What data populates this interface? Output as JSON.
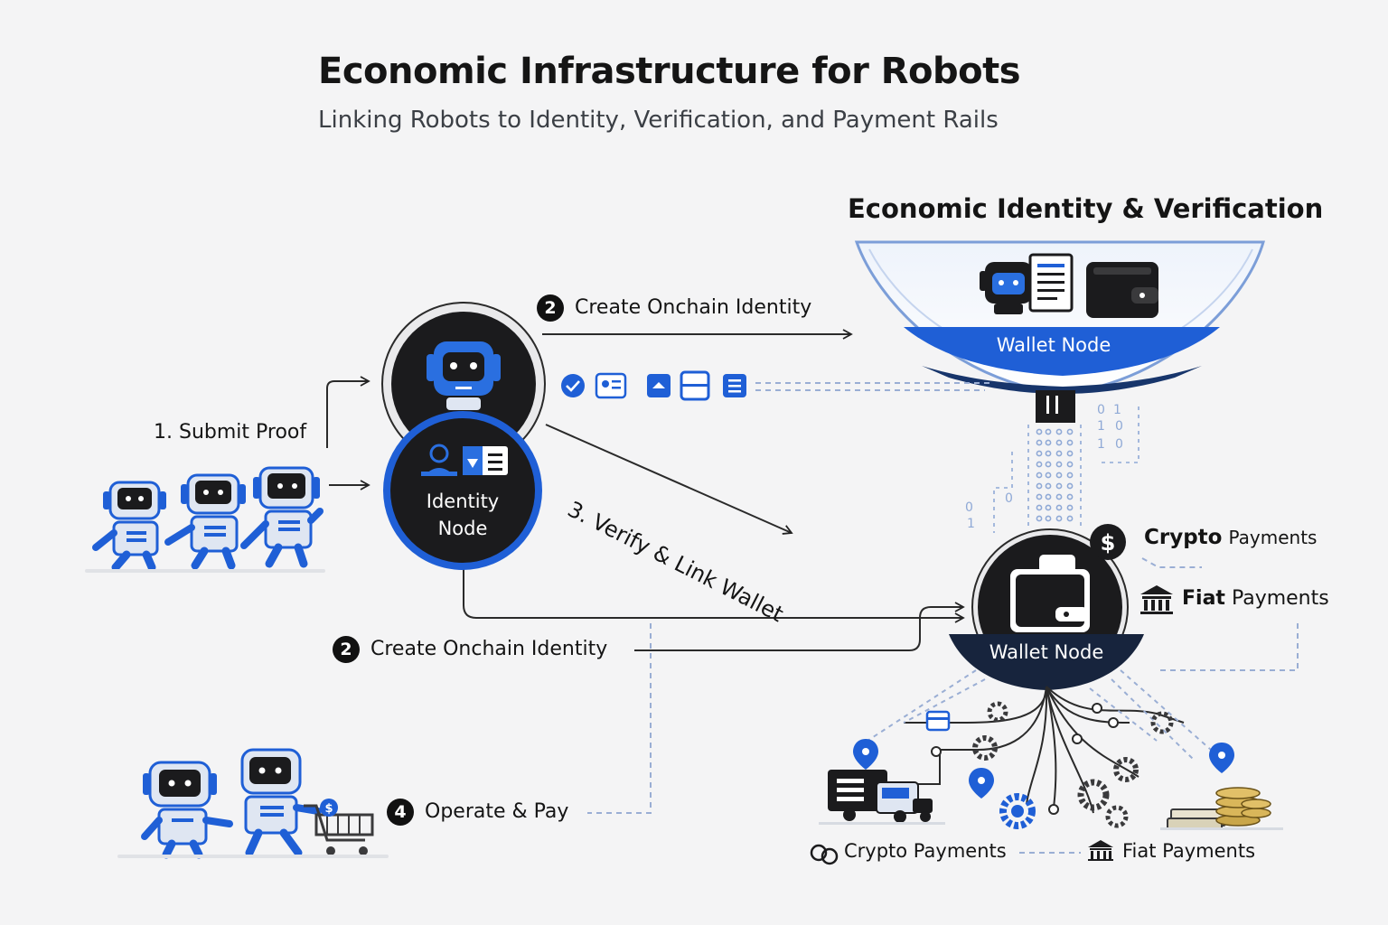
{
  "header": {
    "title": "Economic Infrastructure for Robots",
    "subtitle": "Linking Robots to Identity, Verification, and Payment Rails"
  },
  "verification_panel": {
    "title": "Economic Identity & Verification",
    "wallet_node_label": "Wallet Node",
    "binary_digits": [
      "0",
      "1",
      "1",
      "0",
      "1",
      "0",
      "0",
      "1",
      "0"
    ]
  },
  "identity_node": {
    "label_line1": "Identity",
    "label_line2": "Node"
  },
  "wallet_node": {
    "label": "Wallet Node"
  },
  "steps": {
    "submit_proof": "1. Submit Proof",
    "create_identity_top": {
      "number": "2",
      "label": "Create Onchain Identity"
    },
    "verify_link": "3. Verify & Link Wallet",
    "create_identity_bottom": {
      "number": "2",
      "label": "Create Onchain Identity"
    },
    "operate_pay": {
      "number": "4",
      "label": "Operate & Pay"
    }
  },
  "payments": {
    "crypto_right": "Crypto",
    "crypto_right_suffix": "Payments",
    "fiat_right": "Fiat",
    "fiat_right_suffix": "Payments",
    "crypto_bottom": "Crypto Payments",
    "fiat_bottom": "Fiat Payments"
  },
  "colors": {
    "accent_blue": "#1f5fd6",
    "dark": "#1b1b1d",
    "line": "#2a2a2a",
    "dashed_blue": "#8fa9d6"
  }
}
